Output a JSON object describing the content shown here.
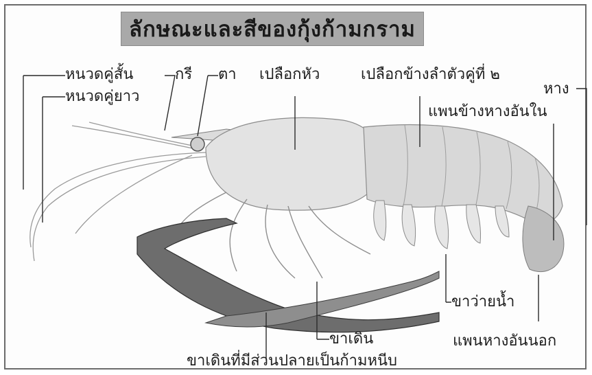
{
  "title": "ลักษณะและสีของกุ้งก้ามกราม",
  "labels": {
    "short_antenna": "หนวดคู่สั้น",
    "long_antenna": "หนวดคู่ยาว",
    "rostrum": "กรี",
    "eye": "ตา",
    "carapace": "เปลือกหัว",
    "second_pleuron": "เปลือกข้างลำตัวคู่ที่ ๒",
    "tail": "หาง",
    "inner_uropod": "แพนข้างหางอันใน",
    "swimmeret": "ขาว่ายน้ำ",
    "walking_leg": "ขาเดิน",
    "outer_uropod": "แพนหางอันนอก",
    "cheliped": "ขาเดินที่มีส่วนปลายเป็นก้ามหนีบ"
  },
  "colors": {
    "title_bg": "#a9a9a9",
    "line": "#2a2a2a",
    "body_shade": "#c9c9c9",
    "claw_dark": "#3c3c3c"
  }
}
